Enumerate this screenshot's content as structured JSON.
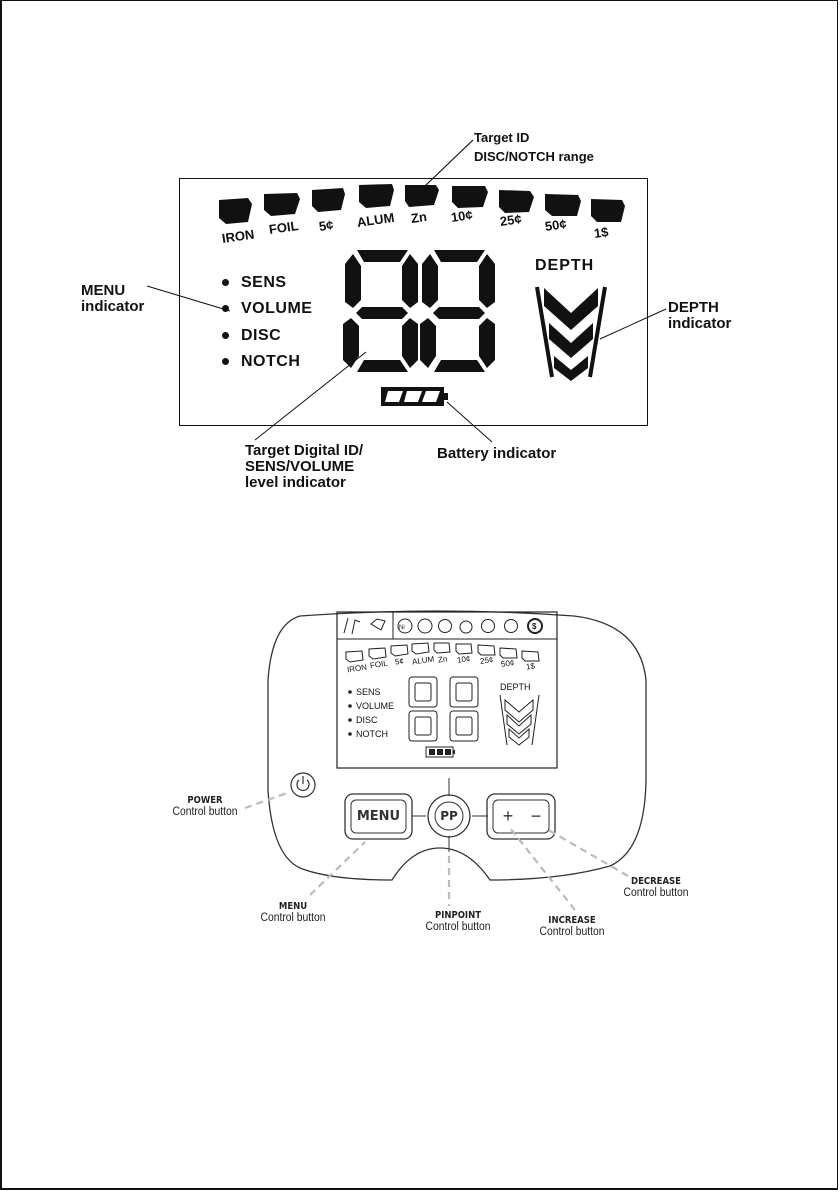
{
  "lcd_callouts": {
    "target_id": "Target ID",
    "disc_notch_range": "DISC/NOTCH range",
    "menu_line1": "MENU",
    "menu_line2": "indicator",
    "depth_line1": "DEPTH",
    "depth_line2": "indicator",
    "digital_line1": "Target Digital ID/",
    "digital_line2": "SENS/VOLUME",
    "digital_line3": "level indicator",
    "battery": "Battery indicator"
  },
  "lcd": {
    "targets": [
      "IRON",
      "FOIL",
      "5¢",
      "ALUM",
      "Zn",
      "10¢",
      "25¢",
      "50¢",
      "1$"
    ],
    "menu": [
      "SENS",
      "VOLUME",
      "DISC",
      "NOTCH"
    ],
    "depth_label": "DEPTH"
  },
  "controls": {
    "menu_button": "MENU",
    "pinpoint_button": "PP",
    "increase_symbol": "+",
    "decrease_symbol": "−",
    "power_title": "POWER",
    "power_sub": "Control button",
    "menu_title": "MENU",
    "menu_sub": "Control button",
    "pinpoint_title": "PINPOINT",
    "pinpoint_sub": "Control button",
    "increase_title": "INCREASE",
    "increase_sub": "Control button",
    "decrease_title": "DECREASE",
    "decrease_sub": "Control button"
  }
}
